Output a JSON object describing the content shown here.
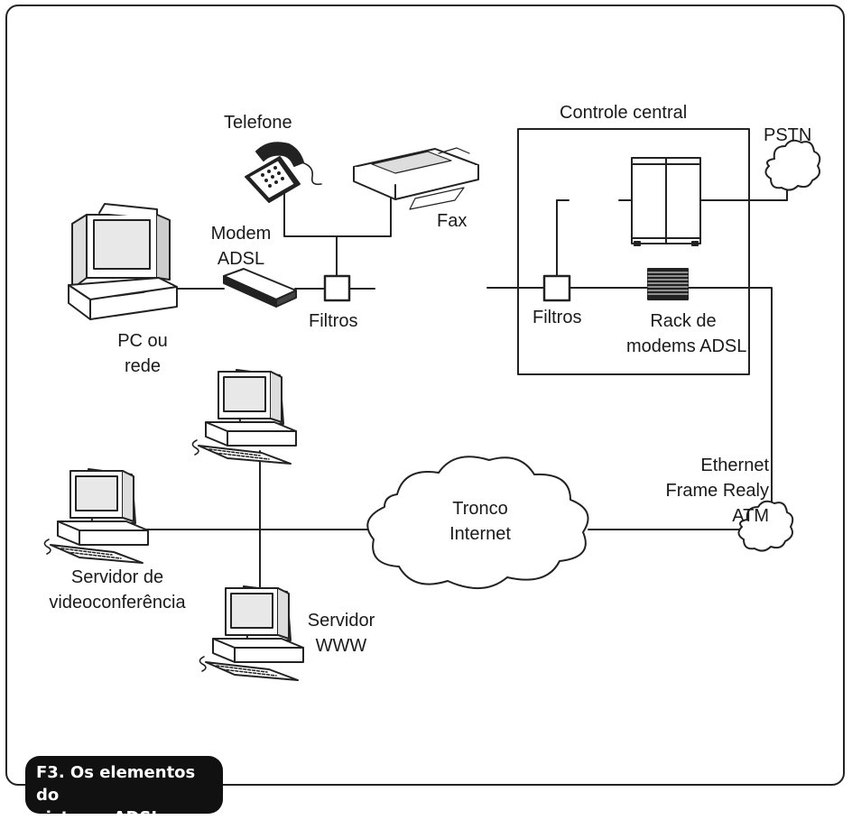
{
  "labels": {
    "telefone": "Telefone",
    "fax": "Fax",
    "modem_line1": "Modem",
    "modem_line2": "ADSL",
    "filtros_left": "Filtros",
    "pc_line1": "PC ou",
    "pc_line2": "rede",
    "controle_central": "Controle central",
    "pstn": "PSTN",
    "filtros_right": "Filtros",
    "rack_line1": "Rack de",
    "rack_line2": "modems ADSL",
    "ethernet_line1": "Ethernet",
    "ethernet_line2": "Frame Realy",
    "ethernet_line3": "ATM",
    "tronco_line1": "Tronco",
    "tronco_line2": "Internet",
    "video_line1": "Servidor de",
    "video_line2": "videoconferência",
    "www_line1": "Servidor",
    "www_line2": "WWW"
  },
  "caption": {
    "line1": "F3. Os elementos do",
    "line2": "sistema ADSL."
  }
}
